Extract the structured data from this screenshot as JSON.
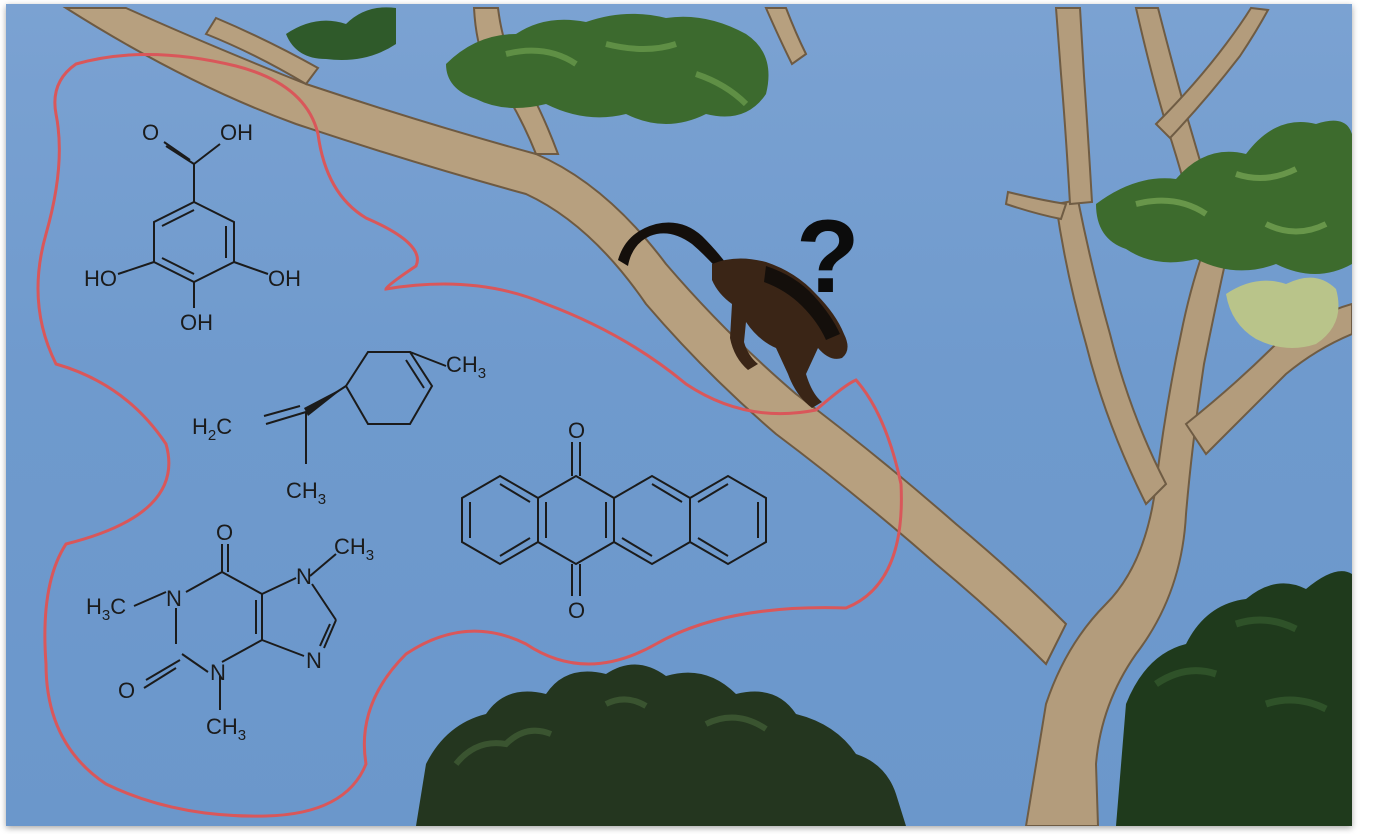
{
  "annotation": {
    "question_mark": "?",
    "outline_color": "#d9575a"
  },
  "molecules": {
    "gallic_acid": {
      "o_top": "O",
      "oh_top": "OH",
      "ho_left": "HO",
      "oh_right": "OH",
      "oh_bottom": "OH"
    },
    "limonene": {
      "ch3_top": "CH",
      "ch3_top_sub": "3",
      "h2c": "H",
      "h2c_sub": "2",
      "h2c_c": "C",
      "ch3_bottom": "CH",
      "ch3_bottom_sub": "3"
    },
    "tetracenequinone": {
      "o_top": "O",
      "o_bottom": "O"
    },
    "caffeine": {
      "o_top": "O",
      "ch3_top": "CH",
      "ch3_top_sub": "3",
      "h3c_h": "H",
      "h3c_sub": "3",
      "h3c_c": "C",
      "n1": "N",
      "n7": "N",
      "n9": "N",
      "n3": "N",
      "o_left": "O",
      "ch3_bottom": "CH",
      "ch3_bottom_sub": "3"
    }
  }
}
